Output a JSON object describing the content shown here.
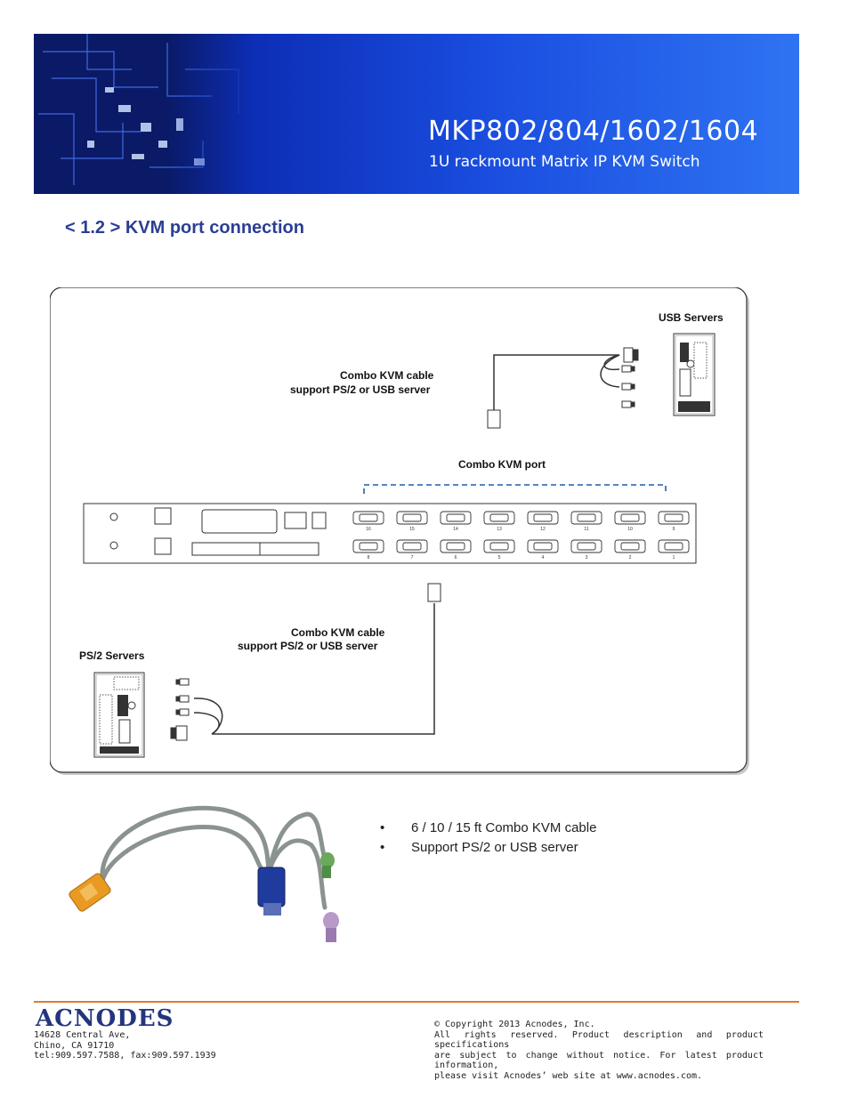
{
  "header": {
    "title": "MKP802/804/1602/1604",
    "subtitle": "1U rackmount Matrix IP KVM Switch"
  },
  "section": {
    "title": "< 1.2 > KVM port connection"
  },
  "diagram": {
    "usb_servers_label": "USB Servers",
    "cable_top_line1": "Combo KVM cable",
    "cable_top_line2": "support PS/2 or USB server",
    "combo_port_label": "Combo KVM port",
    "cable_bottom_line1": "Combo KVM cable",
    "cable_bottom_line2": "support PS/2 or USB server",
    "ps2_servers_label": "PS/2 Servers",
    "port_numbers_top": [
      "16",
      "15",
      "14",
      "13",
      "12",
      "11",
      "10",
      "9"
    ],
    "port_numbers_bottom": [
      "8",
      "7",
      "6",
      "5",
      "4",
      "3",
      "2",
      "1"
    ]
  },
  "features": [
    "6 / 10 / 15 ft Combo KVM cable",
    "Support PS/2 or USB server"
  ],
  "footer": {
    "logo": "ACNODES",
    "address": [
      "14628 Central Ave,",
      "Chino, CA 91710",
      "tel:909.597.7588, fax:909.597.1939"
    ],
    "copyright": [
      "© Copyright 2013 Acnodes, Inc.",
      "All rights reserved. Product description and product specifications",
      "are subject to change without notice. For latest product information,",
      "please visit Acnodes’ web site at www.acnodes.com."
    ]
  },
  "colors": {
    "banner_blue": "#1a4ee0",
    "section_title": "#2c3e94",
    "footer_rule": "#e07a2e",
    "logo": "#23357f",
    "combo_port_bracket": "#1b5fa8"
  }
}
